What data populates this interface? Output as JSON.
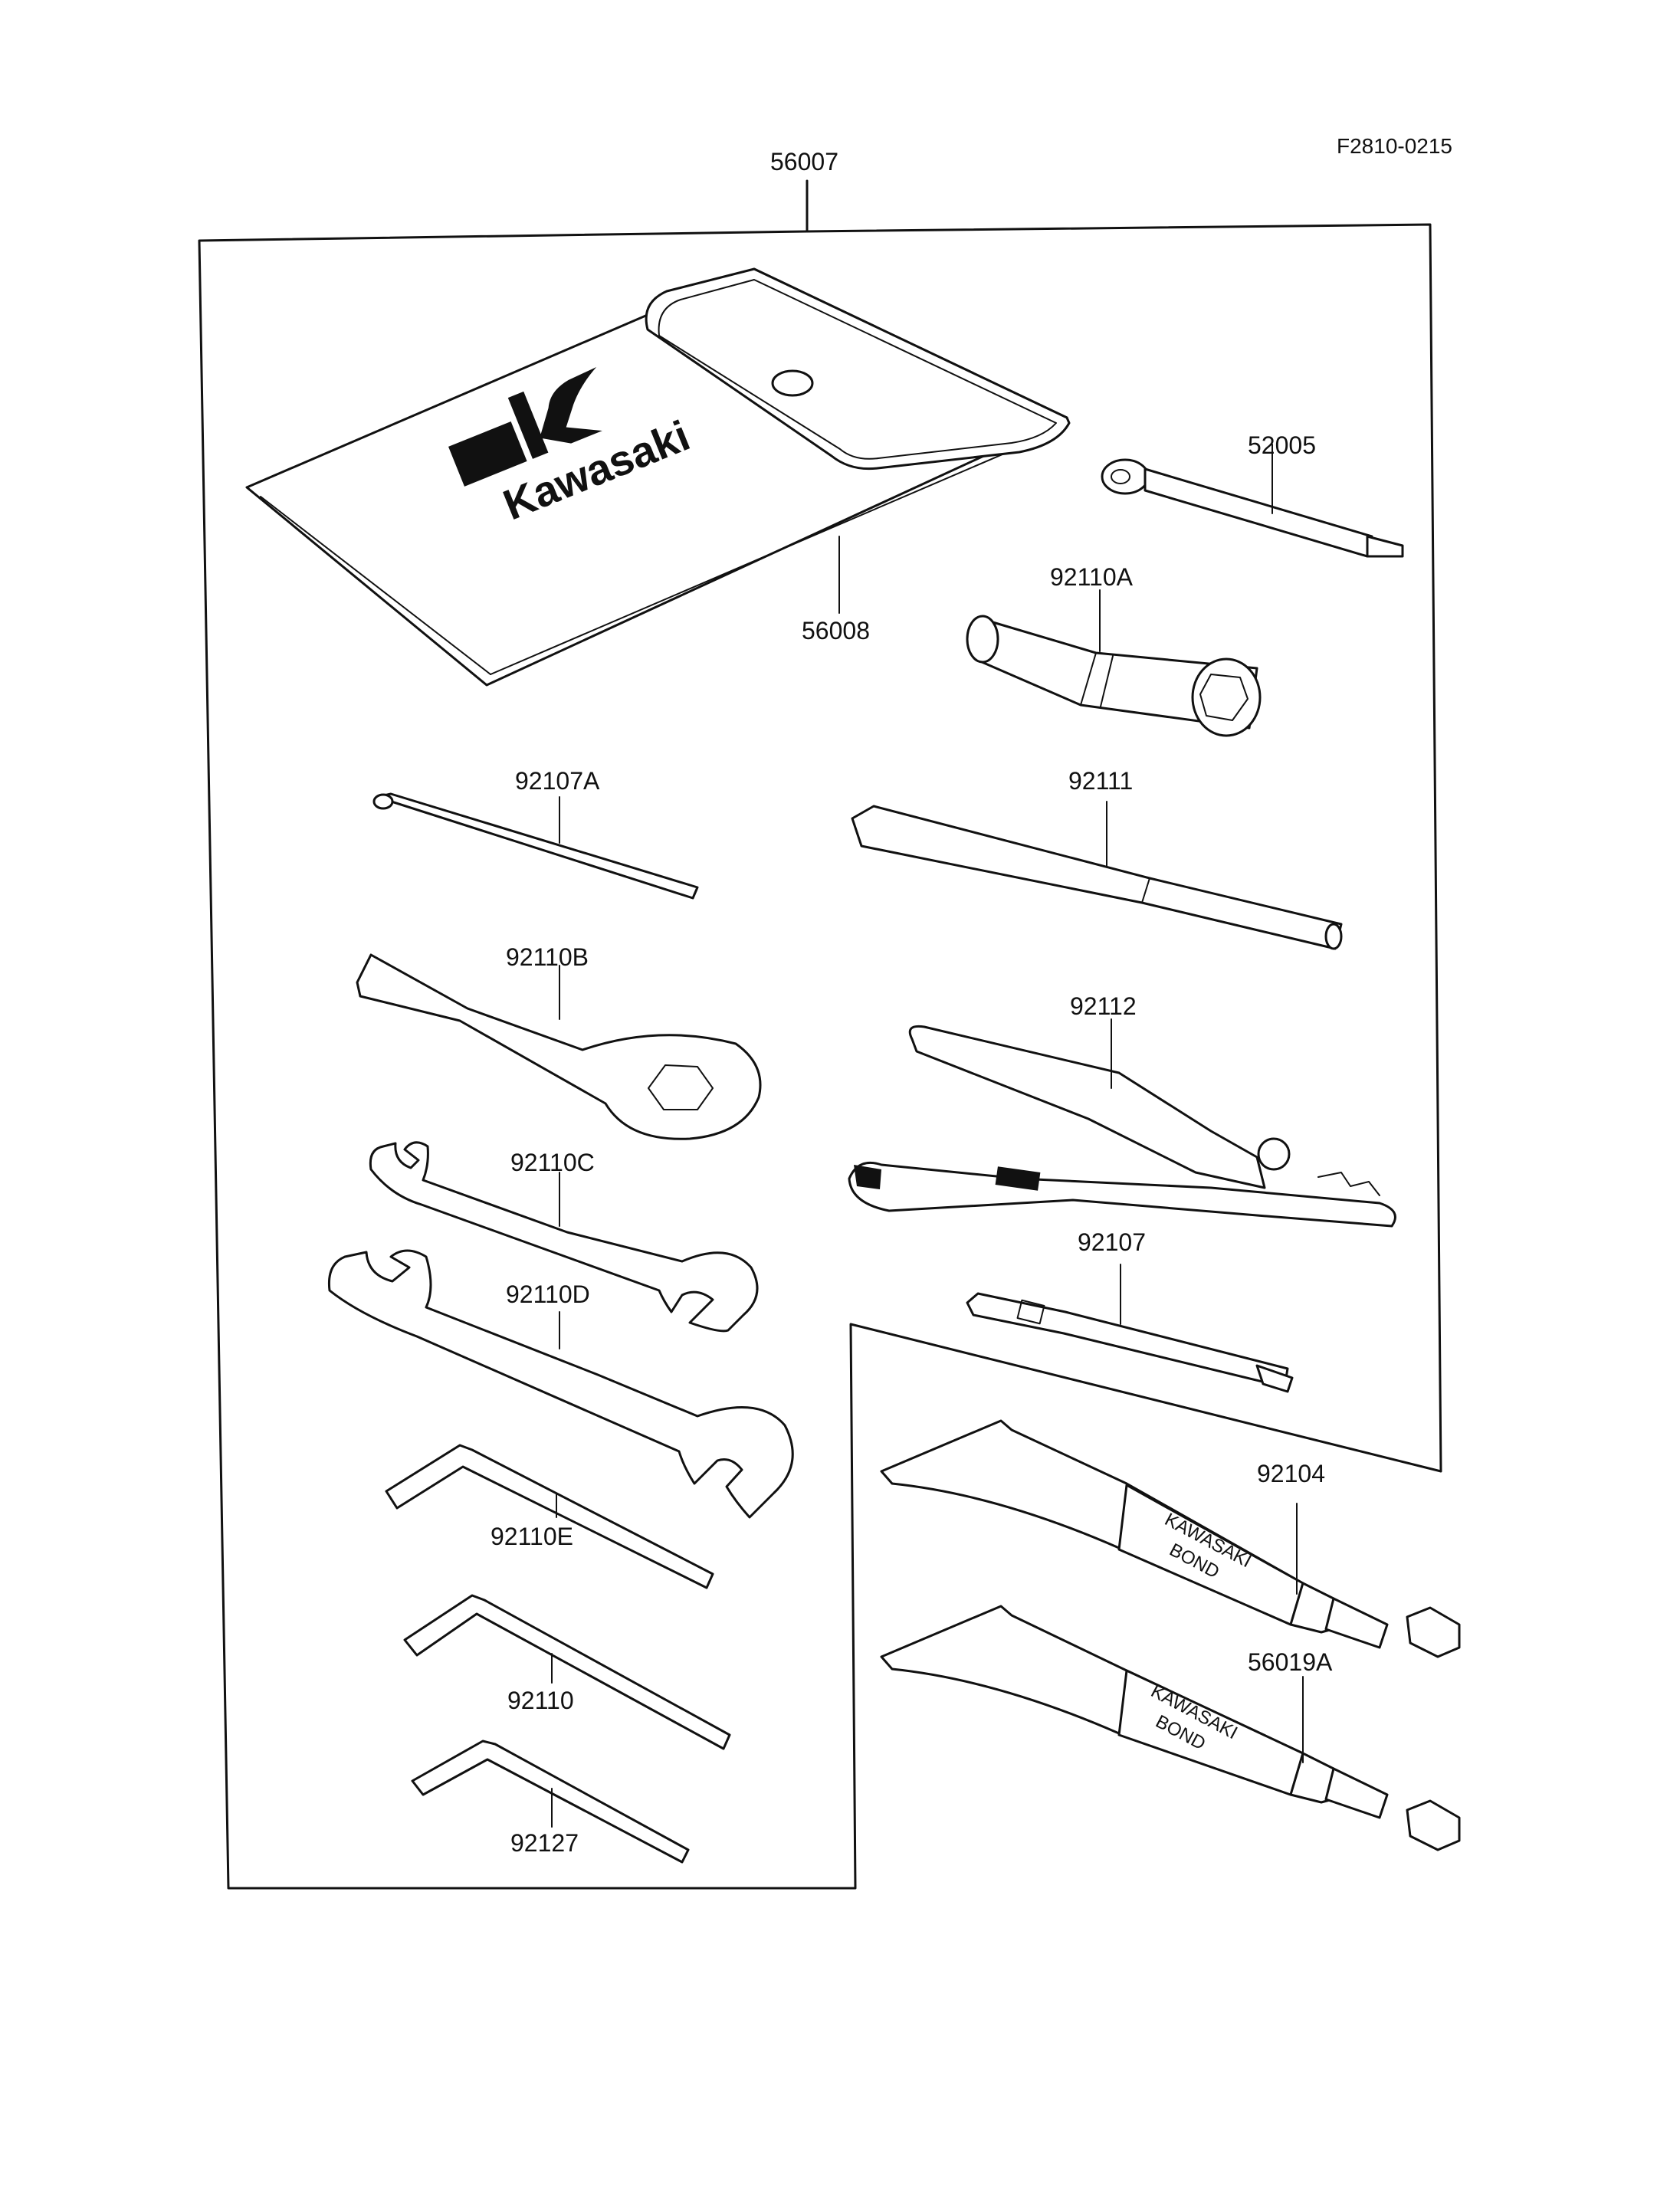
{
  "figure_code": "F2810-0215",
  "kit_label": "56007",
  "logo": {
    "brand": "Kawasaki"
  },
  "tube_print": {
    "line1": "KAWASAKI",
    "line2": "BOND"
  },
  "parts": [
    {
      "id": "pouch",
      "number": "56008"
    },
    {
      "id": "screwdriver-handle-bent",
      "number": "52005"
    },
    {
      "id": "plug-socket",
      "number": "92110A"
    },
    {
      "id": "screwdriver-slim",
      "number": "92107A"
    },
    {
      "id": "handle-bar",
      "number": "92111"
    },
    {
      "id": "box-wrench",
      "number": "92110B"
    },
    {
      "id": "pliers",
      "number": "92112"
    },
    {
      "id": "open-wrench-small",
      "number": "92110C"
    },
    {
      "id": "screwdriver-phillips",
      "number": "92107"
    },
    {
      "id": "open-wrench-large",
      "number": "92110D"
    },
    {
      "id": "hex-key-large",
      "number": "92110E"
    },
    {
      "id": "bond-tube-1",
      "number": "92104"
    },
    {
      "id": "hex-key-medium",
      "number": "92110"
    },
    {
      "id": "bond-tube-2",
      "number": "56019A"
    },
    {
      "id": "hex-key-small",
      "number": "92127"
    }
  ]
}
